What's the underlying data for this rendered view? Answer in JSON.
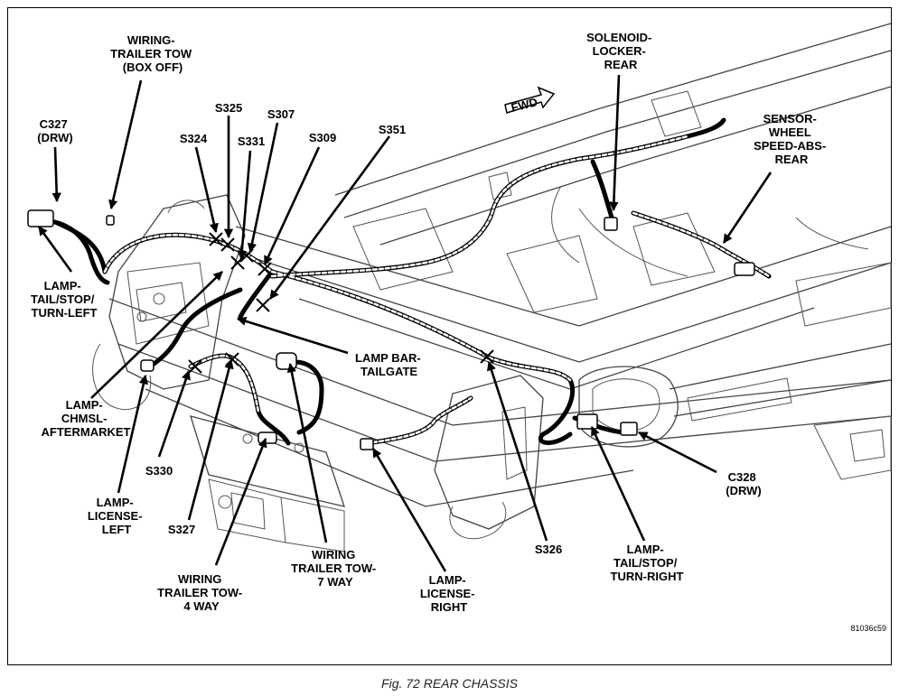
{
  "labels": {
    "wiring_trailer_tow_box_off": [
      "WIRING-",
      "TRAILER TOW",
      "(BOX OFF)"
    ],
    "c327": [
      "C327",
      "(DRW)"
    ],
    "s325": "S325",
    "s307": "S307",
    "s324": "S324",
    "s331": "S331",
    "s309": "S309",
    "s351": "S351",
    "solenoid": [
      "SOLENOID-",
      "LOCKER-",
      "REAR"
    ],
    "sensor": [
      "SENSOR-",
      "WHEEL",
      "SPEED-ABS-",
      "REAR"
    ],
    "lamp_tail_left": [
      "LAMP-",
      "TAIL/STOP/",
      "TURN-LEFT"
    ],
    "lamp_bar": [
      "LAMP BAR-",
      "TAILGATE"
    ],
    "lamp_chmsl": [
      "LAMP-",
      "CHMSL-",
      "AFTERMARKET"
    ],
    "s330": "S330",
    "lamp_license_left": [
      "LAMP-",
      "LICENSE-",
      "LEFT"
    ],
    "s327": "S327",
    "wiring_4way": [
      "WIRING",
      "TRAILER TOW-",
      "4 WAY"
    ],
    "wiring_7way": [
      "WIRING",
      "TRAILER TOW-",
      "7 WAY"
    ],
    "lamp_license_right": [
      "LAMP-",
      "LICENSE-",
      "RIGHT"
    ],
    "s326": "S326",
    "lamp_tail_right": [
      "LAMP-",
      "TAIL/STOP/",
      "TURN-RIGHT"
    ],
    "c328": [
      "C328",
      "(DRW)"
    ],
    "fwd": "FWD"
  },
  "figure_code": "81036c59",
  "caption": "Fig. 72 REAR CHASSIS"
}
